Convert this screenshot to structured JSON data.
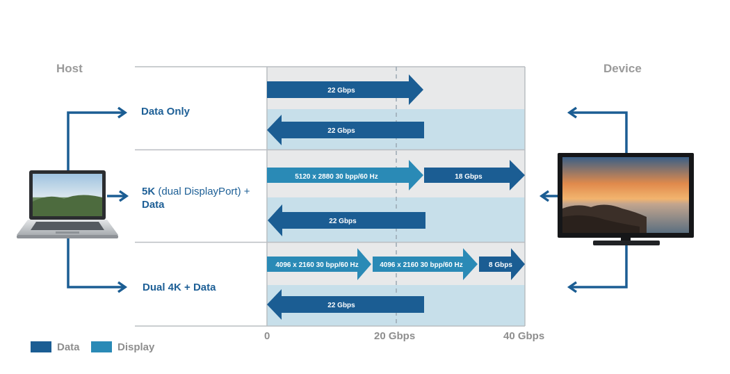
{
  "headers": {
    "host": "Host",
    "device": "Device"
  },
  "rows": [
    {
      "label_bold": "Data Only",
      "label_light": "",
      "label_tail": ""
    },
    {
      "label_bold": "5K",
      "label_light": " (dual DisplayPort) +",
      "label_tail": "Data"
    },
    {
      "label_bold": "Dual 4K + Data",
      "label_light": "",
      "label_tail": ""
    }
  ],
  "axis": {
    "ticks": [
      "0",
      "20 Gbps",
      "40 Gbps"
    ]
  },
  "legend": {
    "items": [
      {
        "label": "Data",
        "color": "#1b5d93"
      },
      {
        "label": "Display",
        "color": "#2a8ab6"
      }
    ]
  },
  "colors": {
    "data": "#1b5d93",
    "display": "#2a8ab6",
    "grid_dark": "#e8e9ea",
    "grid_light": "#c7dfea",
    "text_blue": "#1d5f96"
  },
  "bars": {
    "row1_out": "22 Gbps",
    "row1_in": "22 Gbps",
    "row2_out_display": "5120 x 2880 30 bpp/60 Hz",
    "row2_out_data": "18 Gbps",
    "row2_in": "22 Gbps",
    "row3_out_display1": "4096 x 2160 30 bpp/60 Hz",
    "row3_out_display2": "4096 x 2160 30 bpp/60 Hz",
    "row3_out_data": "8 Gbps",
    "row3_in": "22 Gbps"
  }
}
